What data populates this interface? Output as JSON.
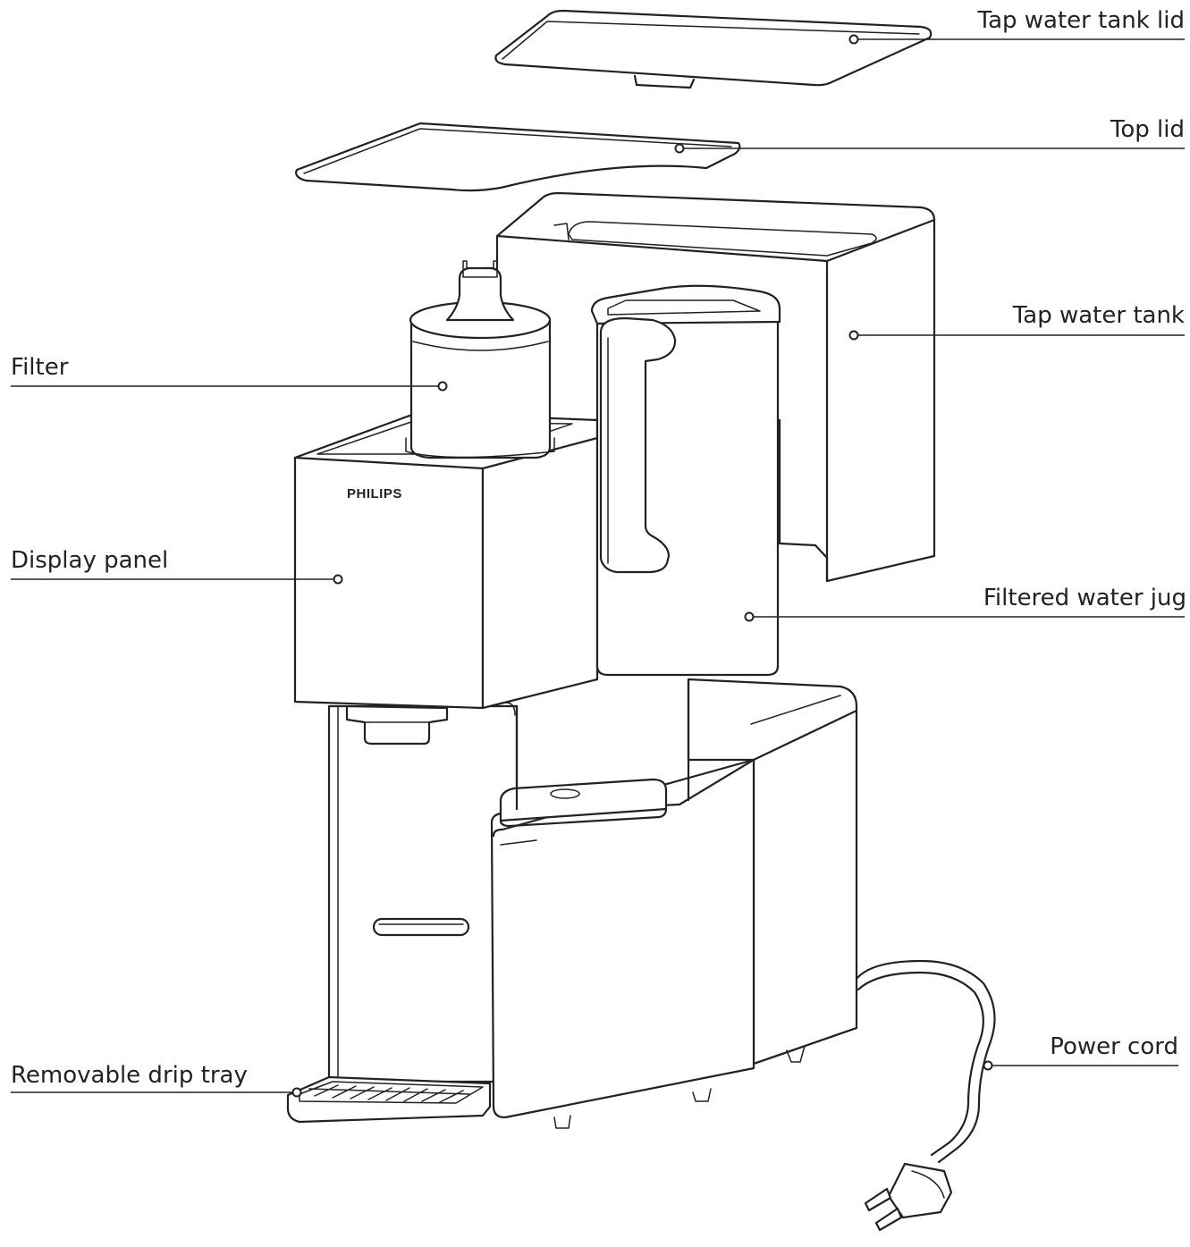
{
  "diagram": {
    "brand": "PHILIPS",
    "labels": {
      "tap_water_tank_lid": "Tap water tank lid",
      "top_lid": "Top lid",
      "tap_water_tank": "Tap water tank",
      "filter": "Filter",
      "display_panel": "Display panel",
      "filtered_water_jug": "Filtered water jug",
      "power_cord": "Power cord",
      "removable_drip_tray": "Removable drip tray"
    },
    "colors": {
      "line": "#222222",
      "background": "#ffffff"
    }
  }
}
